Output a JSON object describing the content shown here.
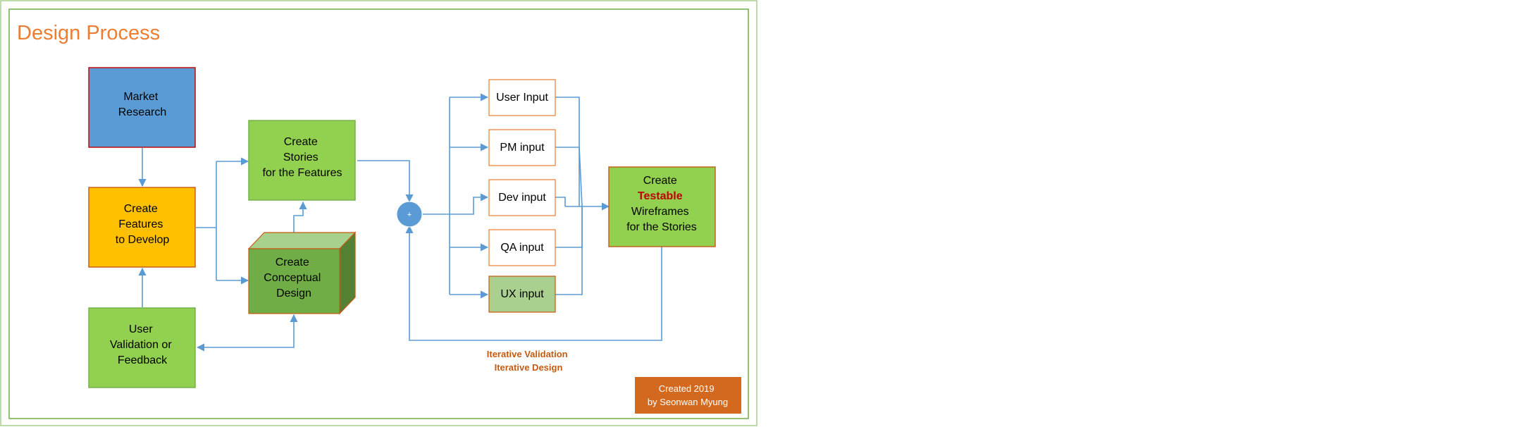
{
  "title": "Design Process",
  "nodes": {
    "market_research": {
      "lines": [
        "Market",
        "Research"
      ],
      "fill": "#5b9bd5",
      "stroke": "#c00000",
      "text_color": "#000000"
    },
    "create_features": {
      "lines": [
        "Create",
        "Features",
        "to Develop"
      ],
      "fill": "#ffc000",
      "stroke": "#c55a11",
      "text_color": "#000000"
    },
    "user_validation": {
      "lines": [
        "User",
        "Validation or",
        "Feedback"
      ],
      "fill": "#92d050",
      "stroke": "#70ad47",
      "text_color": "#000000"
    },
    "create_stories": {
      "lines": [
        "Create",
        "Stories",
        "for the Features"
      ],
      "fill": "#92d050",
      "stroke": "#70ad47",
      "text_color": "#000000"
    },
    "conceptual_design": {
      "lines": [
        "Create",
        "Conceptual",
        "Design"
      ],
      "fill": "#70ad47",
      "stroke": "#c55a11",
      "text_color": "#000000"
    },
    "user_input": {
      "lines": [
        "User Input"
      ],
      "fill": "#ffffff",
      "stroke": "#ed7d31",
      "text_color": "#000000"
    },
    "pm_input": {
      "lines": [
        "PM input"
      ],
      "fill": "#ffffff",
      "stroke": "#ed7d31",
      "text_color": "#000000"
    },
    "dev_input": {
      "lines": [
        "Dev input"
      ],
      "fill": "#ffffff",
      "stroke": "#ed7d31",
      "text_color": "#000000"
    },
    "qa_input": {
      "lines": [
        "QA input"
      ],
      "fill": "#ffffff",
      "stroke": "#ed7d31",
      "text_color": "#000000"
    },
    "ux_input": {
      "lines": [
        "UX input"
      ],
      "fill": "#a9d08e",
      "stroke": "#c55a11",
      "text_color": "#000000"
    },
    "wireframes": {
      "lines": [
        "Create",
        "Testable",
        "Wireframes",
        "for the Stories"
      ],
      "highlight_line": "Testable",
      "highlight_color": "#c00000",
      "fill": "#92d050",
      "stroke": "#c55a11",
      "text_color": "#000000"
    }
  },
  "merge_symbol": "+",
  "loop_label": [
    "Iterative Validation",
    "Iterative Design"
  ],
  "credit": [
    "Created 2019",
    "by Seonwan Myung"
  ],
  "colors": {
    "title": "#ed7d31",
    "frame_outer": "#a9d18e",
    "frame_inner": "#70ad47",
    "connector": "#5b9bd5",
    "merge_fill": "#5b9bd5",
    "loop_label": "#c55a11",
    "credit_fill": "#d2691e",
    "credit_text": "#ffffff"
  }
}
